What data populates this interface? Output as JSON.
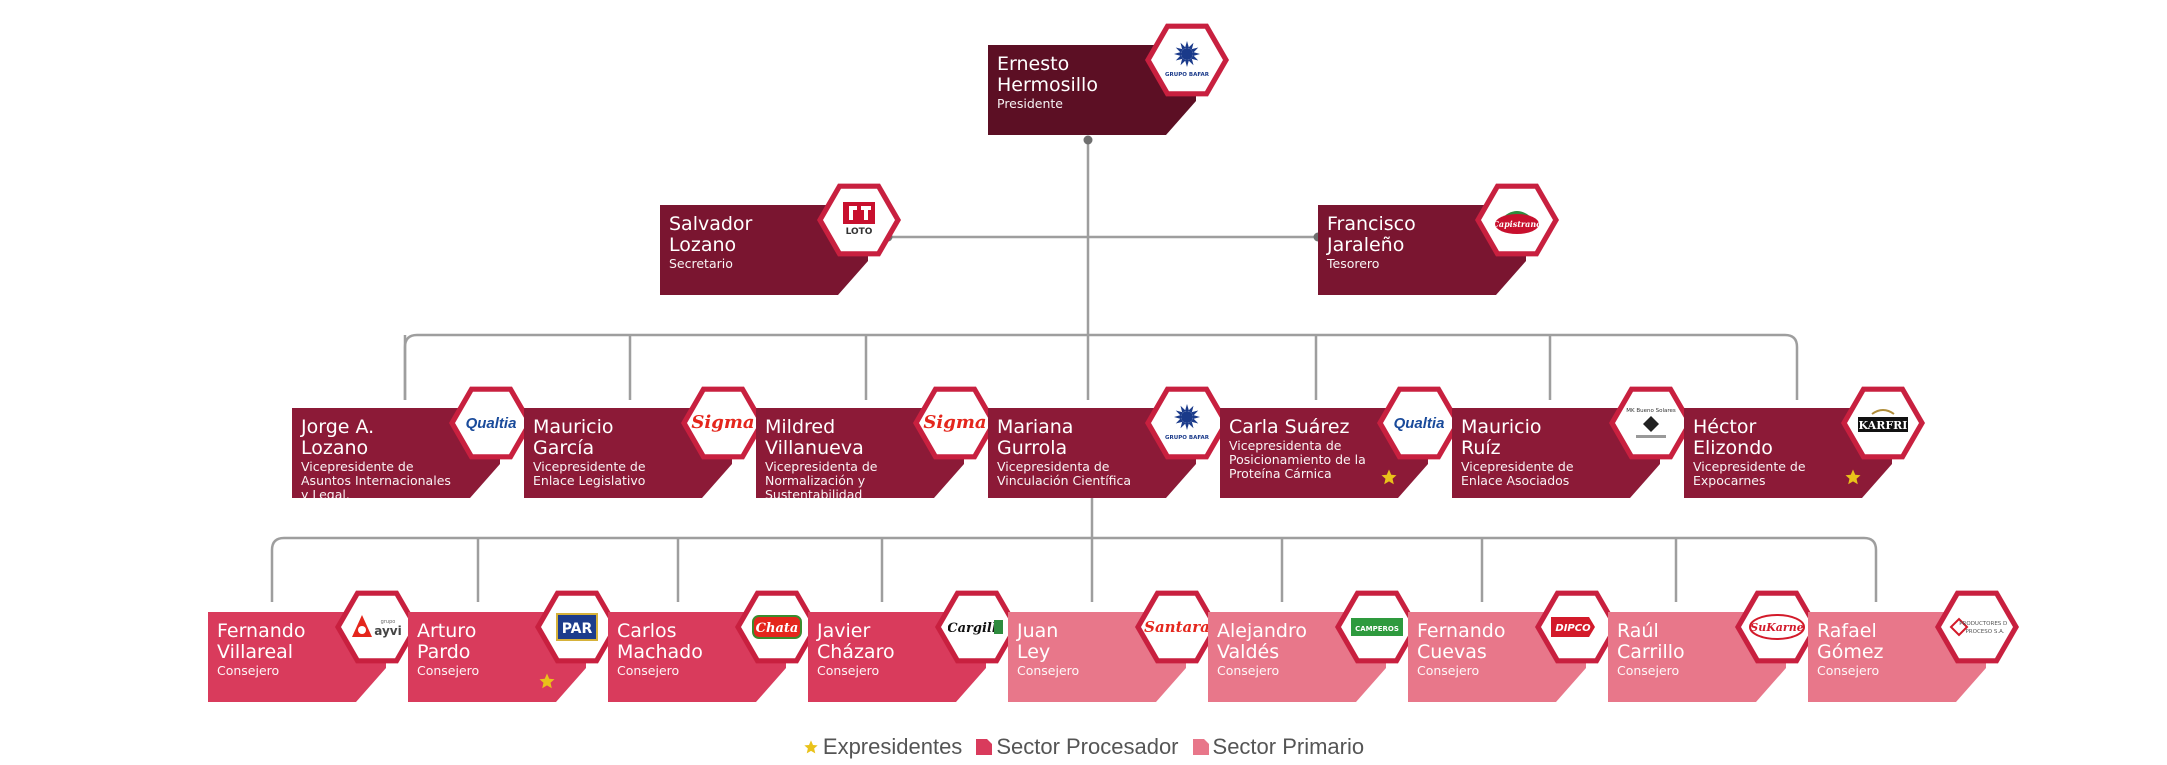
{
  "colors": {
    "level0": "#5c0f24",
    "level1": "#7a1530",
    "level2": "#8c1a37",
    "procesador": "#d93b5c",
    "primario": "#e8778a",
    "hex_border": "#c8203f",
    "connector": "#9e9e9e",
    "star": "#e9c21a"
  },
  "nodes": [
    {
      "id": "ernesto",
      "name": "Ernesto\nHermosillo",
      "role": "Presidente",
      "level": 0,
      "logo": "GRUPO BAFAR",
      "logo_icon": "sun-logo-icon",
      "star": false
    },
    {
      "id": "salvador",
      "name": "Salvador\nLozano",
      "role": "Secretario",
      "level": 1,
      "logo": "LOTO",
      "logo_icon": "loto-logo-icon",
      "star": false
    },
    {
      "id": "francisco",
      "name": "Francisco\nJaraleño",
      "role": "Tesorero",
      "level": 1,
      "logo": "Capistrano",
      "logo_icon": "capistrano-logo-icon",
      "star": false
    },
    {
      "id": "jorge",
      "name": "Jorge A.\nLozano",
      "role": "Vicepresidente de Asuntos Internacionales y Legal.",
      "level": 2,
      "logo": "Qualtia",
      "logo_icon": "qualtia-logo-icon",
      "star": false
    },
    {
      "id": "mauricio_g",
      "name": "Mauricio\nGarcía",
      "role": "Vicepresidente de Enlace Legislativo",
      "level": 2,
      "logo": "Sigma",
      "logo_icon": "sigma-logo-icon",
      "star": false
    },
    {
      "id": "mildred",
      "name": "Mildred\nVillanueva",
      "role": "Vicepresidenta de Normalización y Sustentabilidad",
      "level": 2,
      "logo": "Sigma",
      "logo_icon": "sigma-logo-icon",
      "star": false
    },
    {
      "id": "mariana",
      "name": "Mariana\nGurrola",
      "role": "Vicepresidenta de Vinculación Científica",
      "level": 2,
      "logo": "GRUPO BAFAR",
      "logo_icon": "sun-logo-icon",
      "star": false
    },
    {
      "id": "carla",
      "name": "Carla Suárez",
      "role": "Vicepresidenta de Posicionamiento de la Proteína Cárnica",
      "level": 2,
      "logo": "Qualtia",
      "logo_icon": "qualtia-logo-icon",
      "star": true
    },
    {
      "id": "mauricio_r",
      "name": "Mauricio\nRuíz",
      "role": "Vicepresidente de Enlace Asociados",
      "level": 2,
      "logo": "MK Bueno Solares",
      "logo_icon": "mk-logo-icon",
      "star": false
    },
    {
      "id": "hector",
      "name": "Héctor\nElizondo",
      "role": "Vicepresidente de Expocarnes",
      "level": 2,
      "logo": "KARFRI",
      "logo_icon": "karfri-logo-icon",
      "star": true
    },
    {
      "id": "fernando_v",
      "name": "Fernando\nVillareal",
      "role": "Consejero",
      "level": 3,
      "sector": "procesador",
      "logo": "ayvi",
      "logo_icon": "ayvi-logo-icon",
      "star": false
    },
    {
      "id": "arturo",
      "name": "Arturo\nPardo",
      "role": "Consejero",
      "level": 3,
      "sector": "procesador",
      "logo": "PAR",
      "logo_icon": "par-logo-icon",
      "star": true
    },
    {
      "id": "carlos",
      "name": "Carlos\nMachado",
      "role": "Consejero",
      "level": 3,
      "sector": "procesador",
      "logo": "Chata",
      "logo_icon": "chata-logo-icon",
      "star": false
    },
    {
      "id": "javier",
      "name": "Javier\nCházaro",
      "role": "Consejero",
      "level": 3,
      "sector": "procesador",
      "logo": "Cargill",
      "logo_icon": "cargill-logo-icon",
      "star": false
    },
    {
      "id": "juan",
      "name": "Juan\nLey",
      "role": "Consejero",
      "level": 3,
      "sector": "primario",
      "logo": "Santara",
      "logo_icon": "santara-logo-icon",
      "star": false
    },
    {
      "id": "alejandro",
      "name": "Alejandro\nValdés",
      "role": "Consejero",
      "level": 3,
      "sector": "primario",
      "logo": "CAMPEROS",
      "logo_icon": "camperos-logo-icon",
      "star": false
    },
    {
      "id": "fernando_c",
      "name": "Fernando\nCuevas",
      "role": "Consejero",
      "level": 3,
      "sector": "primario",
      "logo": "DIPCO",
      "logo_icon": "dipco-logo-icon",
      "star": false
    },
    {
      "id": "raul",
      "name": "Raúl\nCarrillo",
      "role": "Consejero",
      "level": 3,
      "sector": "primario",
      "logo": "SuKarne",
      "logo_icon": "sukarne-logo-icon",
      "star": false
    },
    {
      "id": "rafael",
      "name": "Rafael\nGómez",
      "role": "Consejero",
      "level": 3,
      "sector": "primario",
      "logo": "PROCESO",
      "logo_icon": "proceso-logo-icon",
      "star": false
    }
  ],
  "legend": [
    {
      "label": "Expresidentes",
      "icon": "star-icon"
    },
    {
      "label": "Sector Procesador",
      "icon": "procesador-swatch-icon"
    },
    {
      "label": "Sector Primario",
      "icon": "primario-swatch-icon"
    }
  ]
}
